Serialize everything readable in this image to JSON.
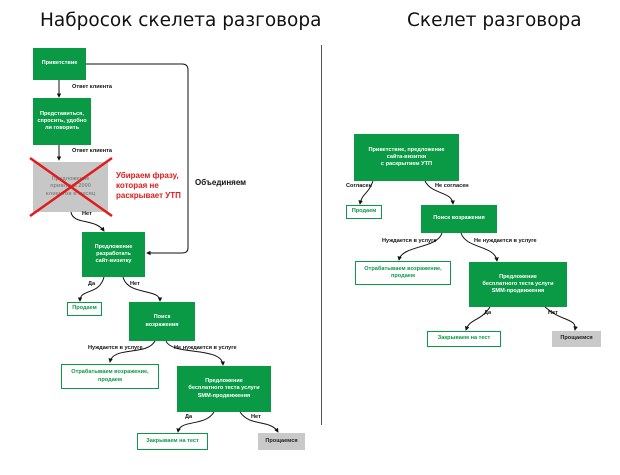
{
  "left": {
    "title": "Набросок скелета разговора",
    "nodes": {
      "greeting": "Приветствие",
      "introduce": "Представиться,\nспросить, удобно\nли говорить",
      "removed": "Предложение\nпривлечь 2000\nклиентов в месяц",
      "offer_site": "Предложение\nразработать\nсайт-визитку",
      "sell_site": "Продаем",
      "find_objection": "Поиск\nвозражения",
      "handle_objection": "Отрабатываем возражение,\nпродаем",
      "offer_test": "Предложение\nбесплатного теста услуги\nSMM-продвижения",
      "close_test": "Закрываем на тест",
      "goodbye": "Прощаемся"
    },
    "labels": {
      "client_answer_1": "Ответ клиента",
      "client_answer_2": "Ответ клиента",
      "no_1": "Нет",
      "yes_1": "Да",
      "no_2": "Нет",
      "needs": "Нуждается в услуге",
      "not_needs": "Не нуждается в услуге",
      "yes_2": "Да",
      "no_3": "Нет"
    },
    "annotation_removed": "Убираем фразу,\nкоторая не\nраскрывает УТП",
    "annotation_merge": "Объединяем"
  },
  "right": {
    "title": "Скелет разговора",
    "nodes": {
      "greeting_offer": "Приветствие, предложение\nсайта-визитки\nс раскрытием УТП",
      "sell": "Продаем",
      "find_objection": "Поиск возражения",
      "handle_objection": "Отрабатываем возражение,\nпродаем",
      "offer_test": "Предложение\nбесплатного теста услуги\nSMM-продвижения",
      "close_test": "Закрываем на тест",
      "goodbye": "Прощаемся"
    },
    "labels": {
      "agreed": "Согласен",
      "not_agreed": "Не согласен",
      "needs": "Нуждается в услуге",
      "not_needs": "Не нуждается в услуге",
      "yes": "Да",
      "no": "Нет"
    }
  },
  "colors": {
    "green": "#0a9a46",
    "gray": "#c9c9c9",
    "red": "#e01b1b"
  }
}
